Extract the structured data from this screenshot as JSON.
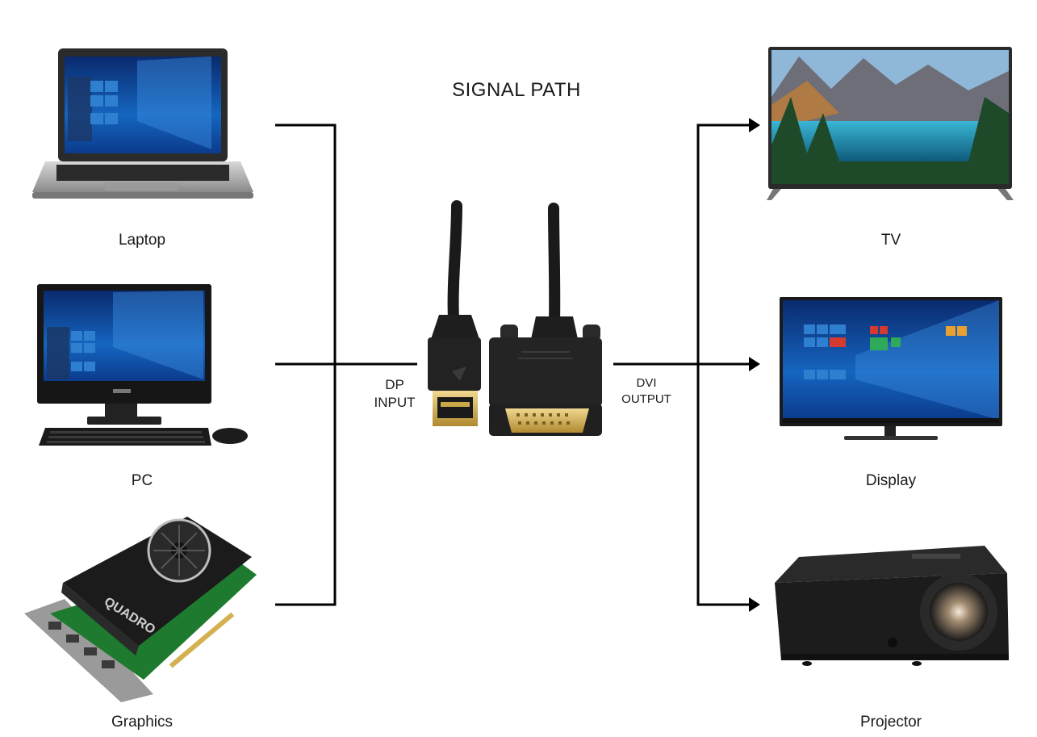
{
  "title": "SIGNAL PATH",
  "sources": [
    {
      "label": "Laptop",
      "icon": "laptop-icon"
    },
    {
      "label": "PC",
      "icon": "desktop-pc-icon"
    },
    {
      "label": "Graphics",
      "icon": "graphics-card-icon"
    }
  ],
  "destinations": [
    {
      "label": "TV",
      "icon": "tv-icon"
    },
    {
      "label": "Display",
      "icon": "monitor-icon"
    },
    {
      "label": "Projector",
      "icon": "projector-icon"
    }
  ],
  "input": {
    "line1": "DP",
    "line2": "INPUT"
  },
  "output": {
    "line1": "DVI",
    "line2": "OUTPUT"
  },
  "adapter_icon": "displayport-to-dvi-cable-icon",
  "colors": {
    "line": "#000000",
    "background": "#ffffff",
    "text": "#1a1a1a"
  }
}
